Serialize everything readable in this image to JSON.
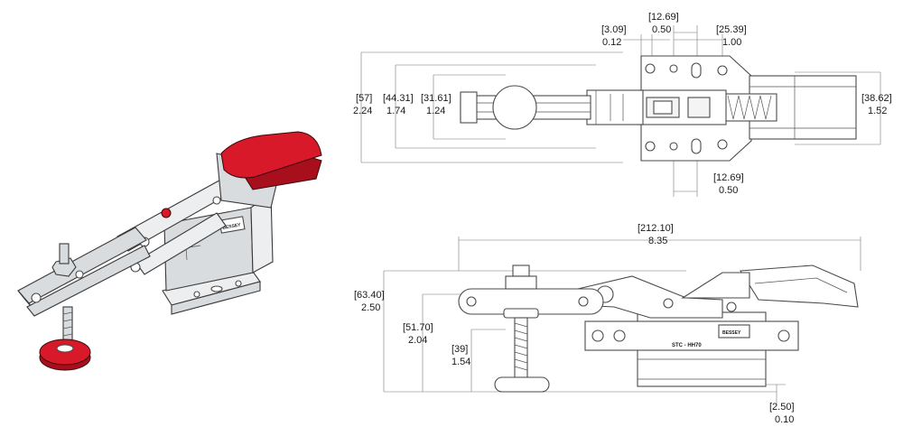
{
  "brand_mark": "BESSEY",
  "top_view": {
    "dims": [
      {
        "id": "d-309",
        "bracket": "3.09",
        "plain": "0.12"
      },
      {
        "id": "d-1269-top",
        "bracket": "12.69",
        "plain": "0.50"
      },
      {
        "id": "d-2539",
        "bracket": "25.39",
        "plain": "1.00"
      },
      {
        "id": "d-57",
        "bracket": "57",
        "plain": "2.24"
      },
      {
        "id": "d-4431",
        "bracket": "44.31",
        "plain": "1.74"
      },
      {
        "id": "d-3161",
        "bracket": "31.61",
        "plain": "1.24"
      },
      {
        "id": "d-3862",
        "bracket": "38.62",
        "plain": "1.52"
      },
      {
        "id": "d-1269-bottom",
        "bracket": "12.69",
        "plain": "0.50"
      }
    ]
  },
  "side_view": {
    "model_label": "STC - HH70",
    "dims": [
      {
        "id": "d-21210",
        "bracket": "212.10",
        "plain": "8.35"
      },
      {
        "id": "d-6340",
        "bracket": "63.40",
        "plain": "2.50"
      },
      {
        "id": "d-5170",
        "bracket": "51.70",
        "plain": "2.04"
      },
      {
        "id": "d-39",
        "bracket": "39",
        "plain": "1.54"
      },
      {
        "id": "d-250",
        "bracket": "2.50",
        "plain": "0.10"
      }
    ]
  },
  "colors": {
    "handle": "#d8192a",
    "metal": "#d9dcdf",
    "outline": "#3a3a3a"
  }
}
